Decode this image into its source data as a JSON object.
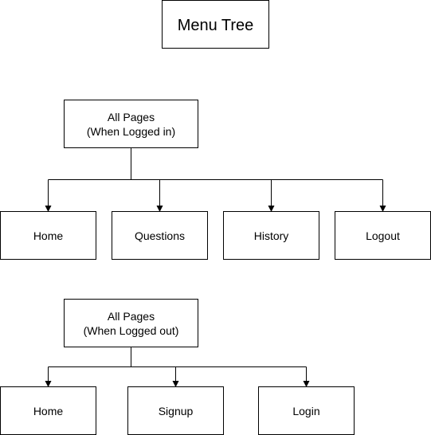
{
  "diagram": {
    "title": "Menu Tree",
    "logged_in": {
      "root": [
        "All Pages",
        "(When Logged in)"
      ],
      "children": [
        "Home",
        "Questions",
        "History",
        "Logout"
      ]
    },
    "logged_out": {
      "root": [
        "All Pages",
        "(When Logged out)"
      ],
      "children": [
        "Home",
        "Signup",
        "Login"
      ]
    },
    "colors": {
      "stroke": "#000000",
      "fill": "#ffffff",
      "text": "#000000"
    }
  }
}
